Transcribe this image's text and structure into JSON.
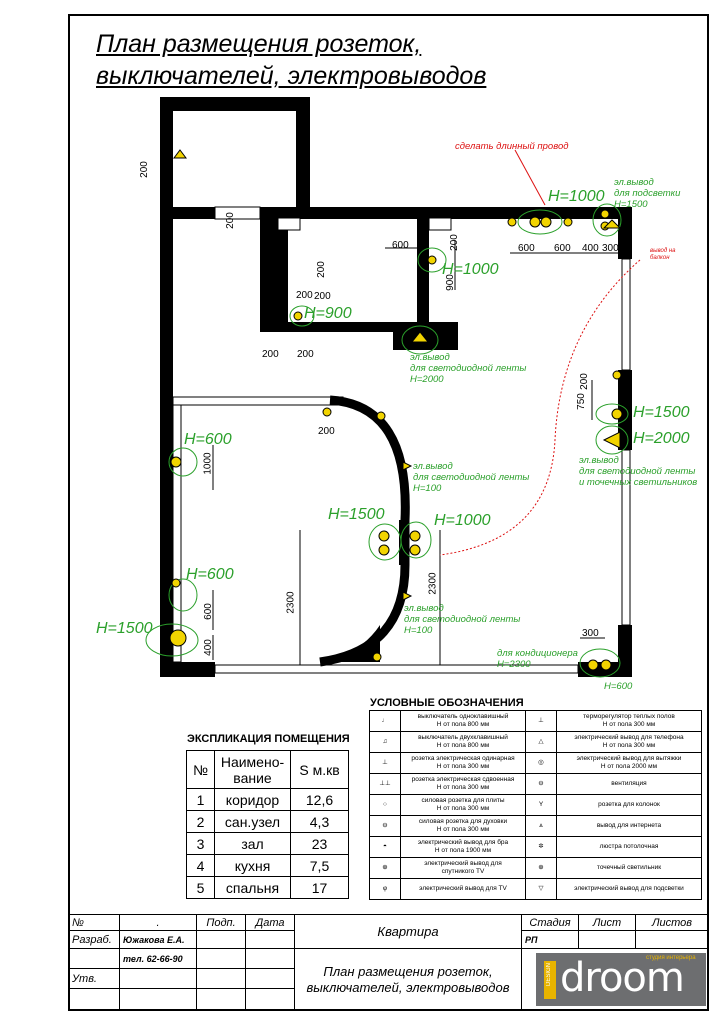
{
  "title_line1": "План размещения розеток,",
  "title_line2": "выключателей, электровыводов",
  "notes": {
    "long_wire": "сделать длинный провод",
    "balcony": "вывод на балкон",
    "backlight_line1": "эл.вывод",
    "backlight_line2": "для подсветки",
    "backlight_line3": "H=1500",
    "led_strip1_line1": "эл.вывод",
    "led_strip1_line2": "для светодиодной ленты",
    "led_strip1_line3": "H=2000",
    "led_strip2_line1": "эл.вывод",
    "led_strip2_line2": "для светодиодной ленты",
    "led_strip2_line3": "и точечных светильников",
    "led_strip3_line1": "эл.вывод",
    "led_strip3_line2": "для светодиодной ленты",
    "led_strip3_line3": "H=100",
    "led_strip4_line1": "эл.вывод",
    "led_strip4_line2": "для светодиодной ленты",
    "led_strip4_line3": "H=100",
    "aircon_line1": "для кондиционера",
    "aircon_line2": "H=2300",
    "aircon_h": "H=600"
  },
  "heights": {
    "h1000_top": "H=1000",
    "h1000_kitchen": "H=1000",
    "h900": "H=900",
    "h1500_right": "H=1500",
    "h2000_right": "H=2000",
    "h600_a": "H=600",
    "h1500_mid": "H=1500",
    "h1000_mid": "H=1000",
    "h600_b": "H=600",
    "h1500_left": "H=1500"
  },
  "dims": {
    "d600a": "600",
    "d600b": "600",
    "d600c": "600",
    "d400": "400",
    "d300": "300",
    "d200a": "200",
    "d900": "900",
    "d200b": "200",
    "d200c": "200",
    "d200d": "200",
    "d200e": "200",
    "d200f": "200",
    "d750": "750",
    "d200g": "200",
    "d1000": "1000",
    "d2300a": "2300",
    "d2300b": "2300",
    "d600d": "600",
    "d400b": "400",
    "d300b": "300",
    "d200h": "200",
    "d200i": "200",
    "d200j": "200"
  },
  "explication": {
    "title": "ЭКСПЛИКАЦИЯ ПОМЕЩЕНИЯ",
    "h_no": "№",
    "h_name1": "Наимено-",
    "h_name2": "вание",
    "h_area": "S м.кв",
    "rows": [
      {
        "no": "1",
        "name": "коридор",
        "area": "12,6"
      },
      {
        "no": "2",
        "name": "сан.узел",
        "area": "4,3"
      },
      {
        "no": "3",
        "name": "зал",
        "area": "23"
      },
      {
        "no": "4",
        "name": "кухня",
        "area": "7,5"
      },
      {
        "no": "5",
        "name": "спальня",
        "area": "17"
      }
    ]
  },
  "legend": {
    "title": "УСЛОВНЫЕ ОБОЗНАЧЕНИЯ",
    "left": [
      {
        "l1": "выключатель одноклавишный",
        "l2": "H от пола 800 мм"
      },
      {
        "l1": "выключатель двухклавишный",
        "l2": "H от пола 800 мм"
      },
      {
        "l1": "розетка электрическая одинарная",
        "l2": "H от пола 300 мм"
      },
      {
        "l1": "розетка электрическая сдвоенная",
        "l2": "H от пола 300 мм"
      },
      {
        "l1": "силовая розетка для плиты",
        "l2": "H от пола 300 мм"
      },
      {
        "l1": "силовая розетка для духовки",
        "l2": "H от пола 300 мм"
      },
      {
        "l1": "электрический вывод для бра",
        "l2": "H от пола 1900 мм"
      },
      {
        "l1": "электрический вывод для",
        "l2": "спутникого TV"
      },
      {
        "l1": "электрический вывод для TV",
        "l2": ""
      }
    ],
    "right": [
      {
        "l1": "терморегулятор теплых полов",
        "l2": "H от пола 300 мм"
      },
      {
        "l1": "электрический вывод для телефона",
        "l2": "H от пола 300 мм"
      },
      {
        "l1": "электрический вывод для вытяжки",
        "l2": "H от пола 2000 мм"
      },
      {
        "l1": "вентиляция",
        "l2": ""
      },
      {
        "l1": "розетка для колонок",
        "l2": ""
      },
      {
        "l1": "вывод для интернета",
        "l2": ""
      },
      {
        "l1": "люстра потолочная",
        "l2": ""
      },
      {
        "l1": "точечный светильник",
        "l2": ""
      },
      {
        "l1": "электрический вывод для подсветки",
        "l2": ""
      }
    ]
  },
  "stamp": {
    "no": "№",
    "dot": ".",
    "podp": "Подп.",
    "data": "Дата",
    "razrab": "Разраб.",
    "author": "Южакова Е.А.",
    "phone": "тел. 62-66-90",
    "ut": "Утв.",
    "project": "Квартира",
    "stage_h": "Стадия",
    "sheet_h": "Лист",
    "sheets_h": "Листов",
    "stage": "РП",
    "sheet_title1": "План размещения розеток,",
    "sheet_title2": "выключателей, электровыводов",
    "logo": "droom",
    "logo_side": "DESIGN",
    "logo_tag": "студия интерьера"
  },
  "colors": {
    "green": "#2ba02b",
    "red": "#dd1111",
    "yellow": "#f2d400",
    "gray": "#6d6e70"
  }
}
